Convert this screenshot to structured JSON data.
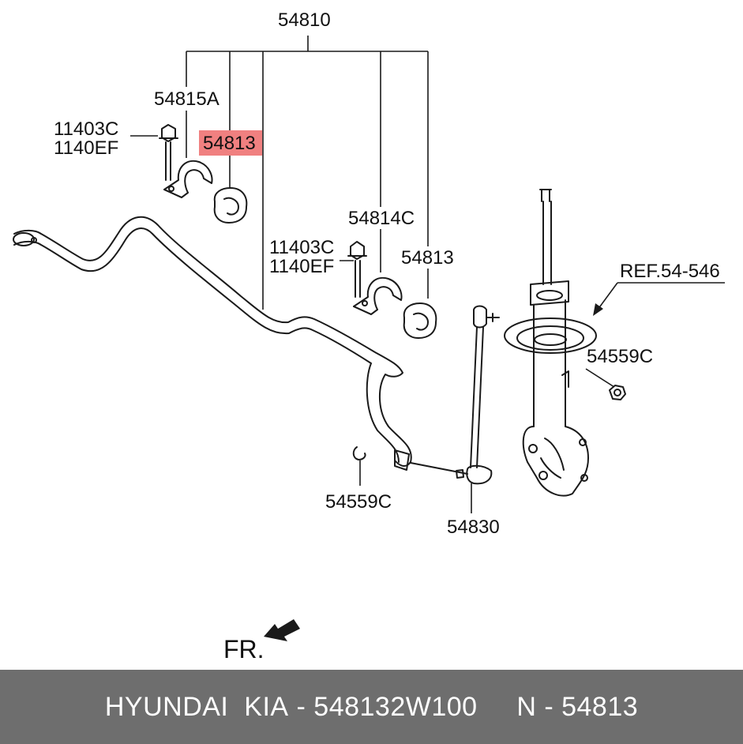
{
  "labels": {
    "assembly": "54810",
    "bracket_a": "54815A",
    "bolt1_a": "11403C",
    "bolt1_b": "1140EF",
    "bushing_highlight": "54813",
    "bracket_c": "54814C",
    "bolt2_a": "11403C",
    "bolt2_b": "1140EF",
    "bushing2": "54813",
    "ref": "REF.54-546",
    "nut_upper": "54559C",
    "nut_lower": "54559C",
    "link": "54830",
    "front": "FR."
  },
  "footer": {
    "brand": "HYUNDAI  KIA",
    "sep1": " - ",
    "part_number": "548132W100",
    "gap": "     ",
    "n_prefix": "N - ",
    "n_number": "54813"
  },
  "colors": {
    "highlight": "#f08080",
    "footer_bg": "#6e6e6e"
  }
}
